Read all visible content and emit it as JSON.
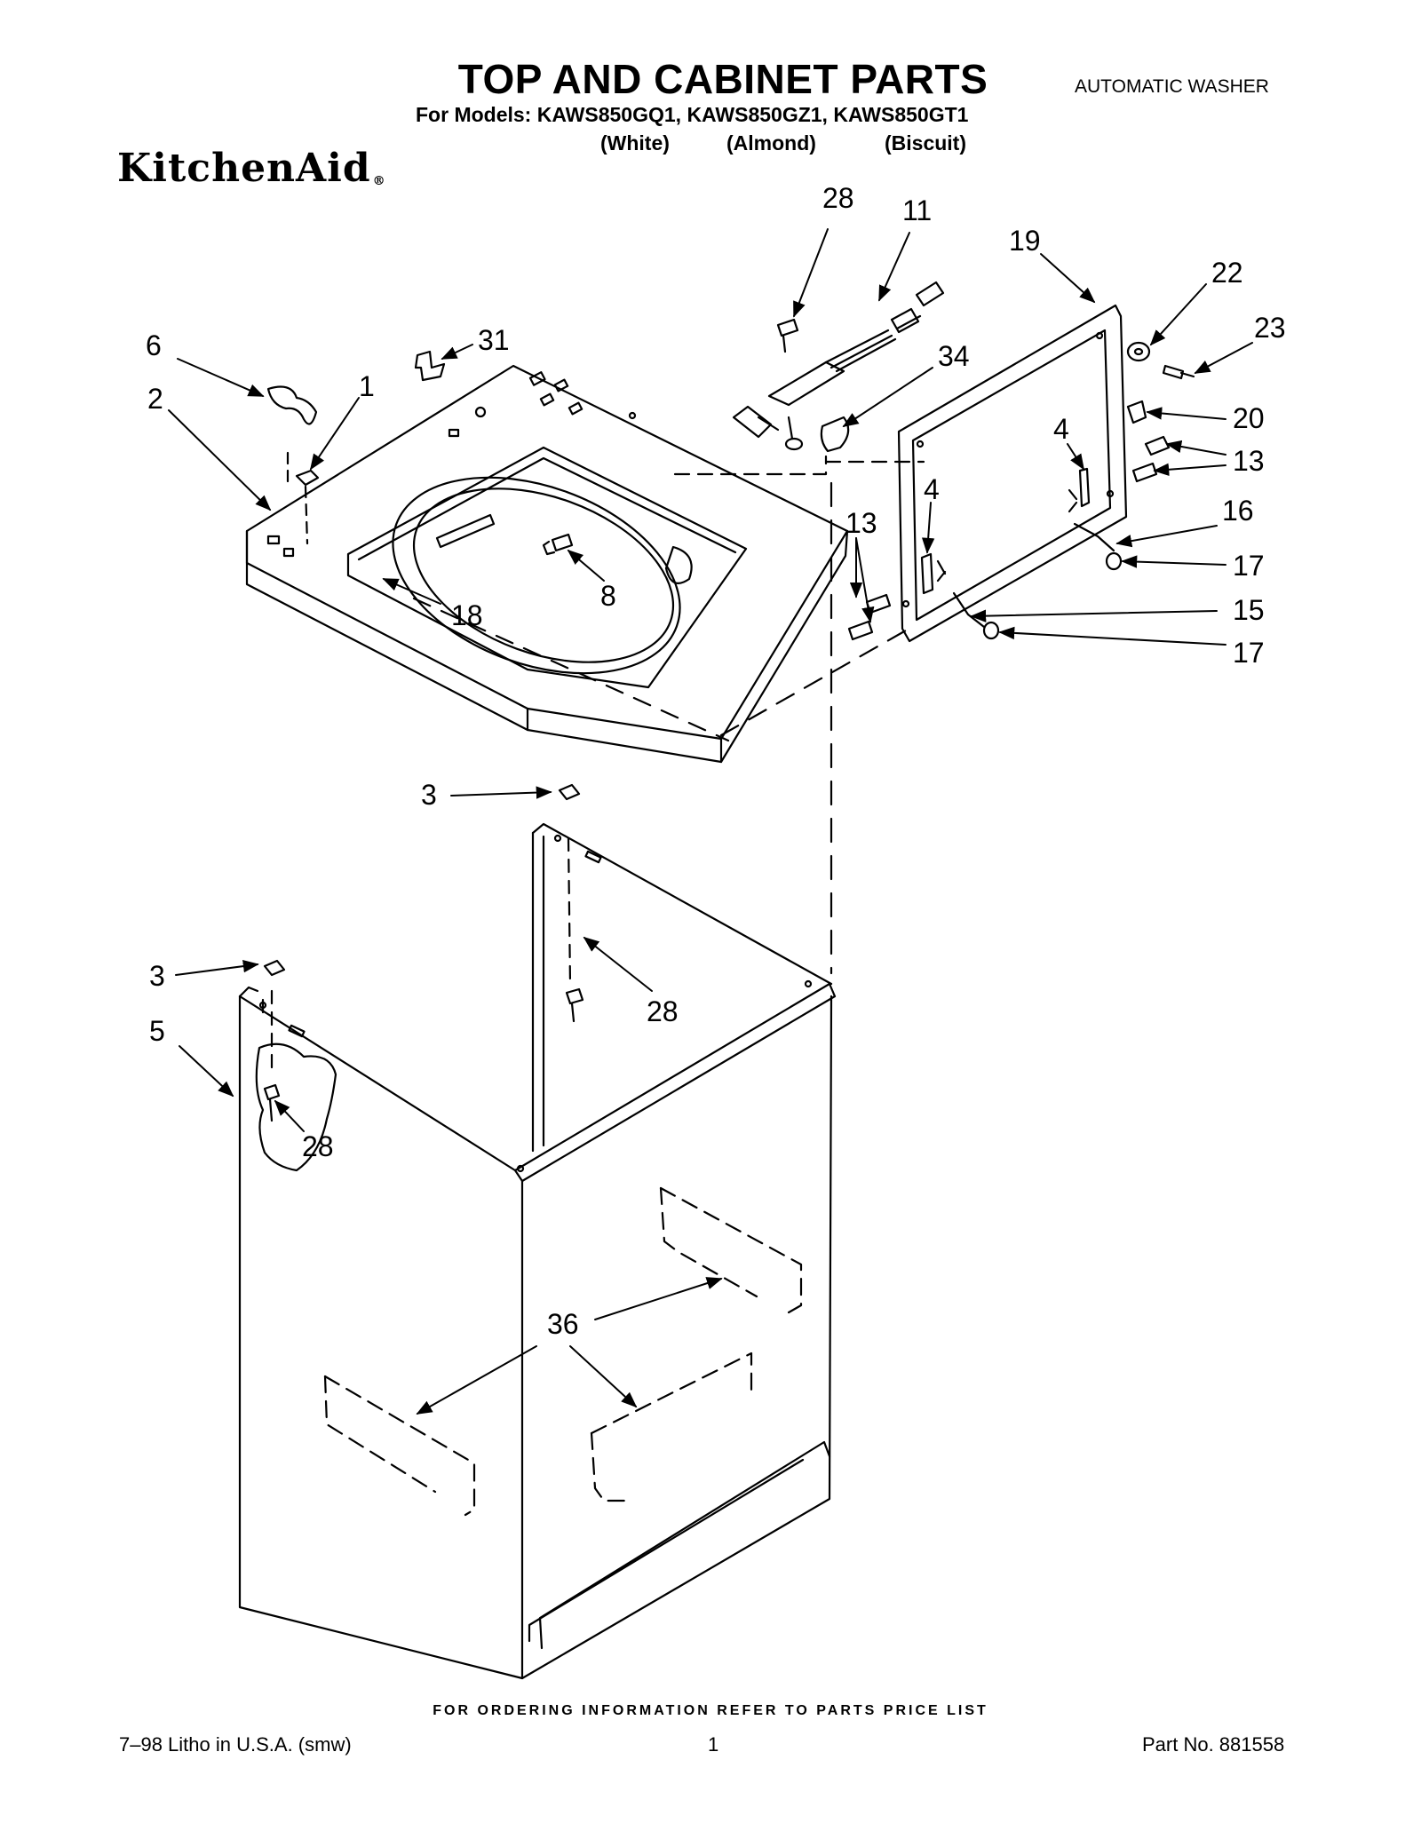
{
  "header": {
    "title": "TOP AND CABINET PARTS",
    "subtitle": "AUTOMATIC WASHER",
    "models_line": "For Models: KAWS850GQ1, KAWS850GZ1, KAWS850GT1",
    "variants": [
      "(White)",
      "(Almond)",
      "(Biscuit)"
    ],
    "brand": "KitchenAid",
    "brand_mark": "®"
  },
  "callouts": {
    "c28a": "28",
    "c11": "11",
    "c19": "19",
    "c22": "22",
    "c23": "23",
    "c6": "6",
    "c31": "31",
    "c34": "34",
    "c1": "1",
    "c2": "2",
    "c20": "20",
    "c4a": "4",
    "c13a": "13",
    "c13b": "13",
    "c4b": "4",
    "c16": "16",
    "c17a": "17",
    "c8": "8",
    "c18": "18",
    "c15": "15",
    "c17b": "17",
    "c3a": "3",
    "c28b": "28",
    "c3b": "3",
    "c5": "5",
    "c28c": "28",
    "c36": "36"
  },
  "footer": {
    "ordering_note": "FOR ORDERING INFORMATION REFER TO PARTS PRICE LIST",
    "litho": "7–98 Litho in U.S.A. (smw)",
    "page": "1",
    "part_no": "Part No. 881558"
  }
}
